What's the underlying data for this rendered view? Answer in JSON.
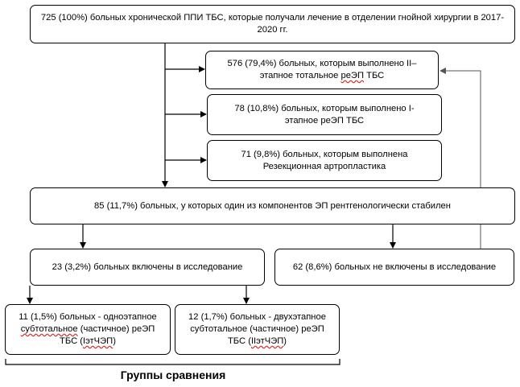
{
  "diagram": {
    "root": "725 (100%) больных хронической ППИ ТБС, которые получали лечение в отделении гнойной хирургии в 2017-2020 гг.",
    "box_576": {
      "line1": "576 (79,4%) больных, которым выполнено II–",
      "line2_pre": "этапное тотальное ",
      "line2_u": "реЭП",
      "line2_post": " ТБС"
    },
    "box_78": {
      "line1": "78 (10,8%) больных, которым выполнено I-",
      "line2": "этапное реЭП ТБС"
    },
    "box_71": {
      "line1": "71 (9,8%) больных, которым выполнена",
      "line2": "Резекционная артропластика"
    },
    "box_85": "85 (11,7%) больных, у которых один из компонентов ЭП рентгенологически стабилен",
    "box_23": "23 (3,2%) больных включены в исследование",
    "box_62": "62 (8,6%) больных не включены в исследование",
    "box_11": {
      "line1": "11 (1,5%) больных - одноэтапное",
      "line2_u": "субтотальное",
      "line2_post": " (частичное) реЭП",
      "line3_pre": "ТБС (",
      "line3_u": "IэтЧЭП",
      "line3_post": ")"
    },
    "box_12": {
      "line1": "12 (1,7%) больных - двухэтапное",
      "line2": "субтотальное (частичное) реЭП",
      "line3_pre": "ТБС (",
      "line3_u": "IIэтЧЭП",
      "line3_post": ")"
    },
    "groups_label": "Группы сравнения"
  }
}
